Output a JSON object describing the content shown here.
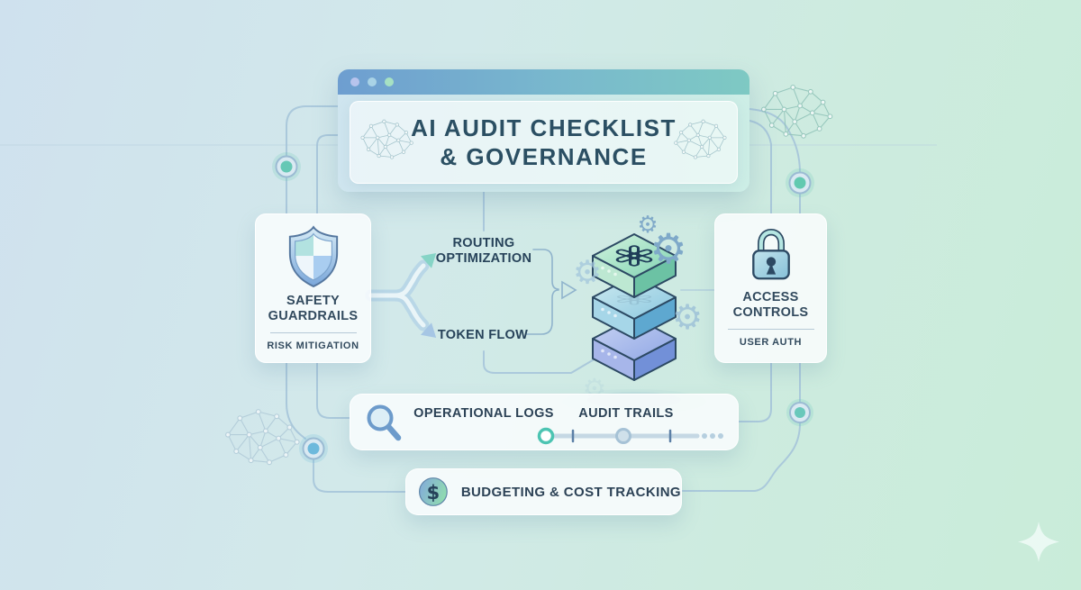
{
  "window": {
    "title_line1": "AI AUDIT CHECKLIST",
    "title_line2": "& GOVERNANCE",
    "controls": [
      "dot-1",
      "dot-2",
      "dot-3"
    ]
  },
  "safety_card": {
    "line1": "SAFETY",
    "line2": "GUARDRAILS",
    "subtitle": "RISK MITIGATION",
    "icon": "shield-quadrants"
  },
  "access_card": {
    "line1": "ACCESS",
    "line2": "CONTROLS",
    "subtitle": "USER AUTH",
    "icon": "padlock"
  },
  "flow": {
    "top_line1": "ROUTING",
    "top_line2": "OPTIMIZATION",
    "bottom": "TOKEN FLOW"
  },
  "logs_bar": {
    "left_label": "OPERATIONAL LOGS",
    "right_label": "AUDIT TRAILS",
    "icon": "magnifying-glass",
    "slider": {
      "handles": 2,
      "ticks": 2,
      "trailing_dots": 3,
      "primary_progress": 0.41,
      "secondary_progress": 0.66
    }
  },
  "budget_bar": {
    "label": "BUDGETING & COST TRACKING",
    "currency_symbol": "$",
    "icon": "dollar-coin"
  },
  "decor_icons": [
    "brain-network",
    "gear",
    "node-dot",
    "sparkle",
    "layer-stack",
    "openai-knot"
  ],
  "colors": {
    "background_left": "#cfe1ee",
    "background_right": "#c9ecd9",
    "header_gradient_start": "#6e9ed0",
    "header_gradient_end": "#7ec9c3",
    "title_text": "#2b4f63",
    "body_text": "#2c4256",
    "accent_teal": "#4cc4b2",
    "accent_blue": "#7b9fd6",
    "circuit_line": "#a6c5da",
    "stack_top": "#7fd2b2",
    "stack_mid": "#5ea8d0",
    "stack_bottom": "#7290d8",
    "outline_navy": "#2c4963"
  }
}
